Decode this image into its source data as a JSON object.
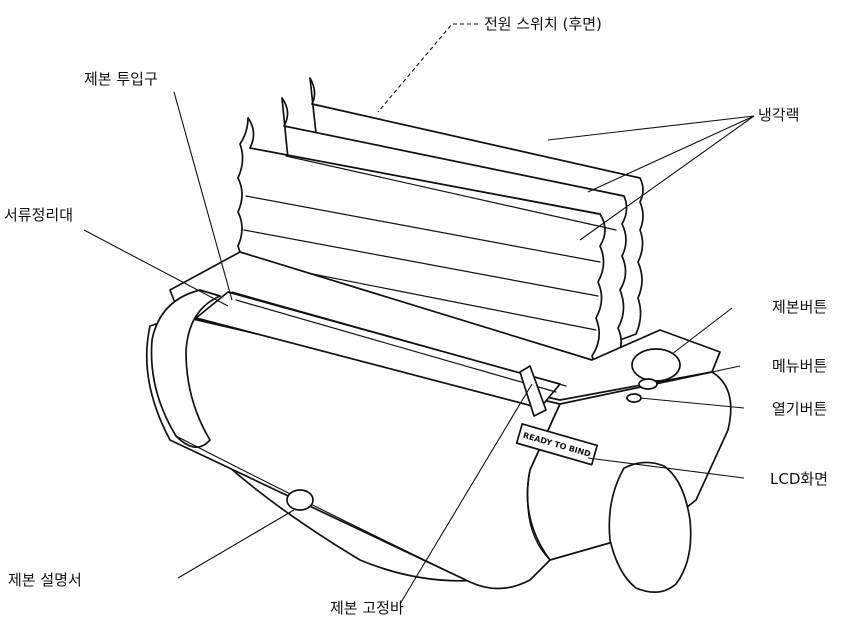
{
  "labels": {
    "power_switch": "전원 스위치 (후면)",
    "cooling_rack": "냉각랙",
    "binding_inlet": "제본 투입구",
    "document_guide": "서류정리대",
    "bind_button": "제본버튼",
    "menu_button": "메뉴버튼",
    "open_button": "열기버튼",
    "lcd_screen": "LCD화면",
    "binding_manual": "제본 설명서",
    "binding_bar": "제본 고정바"
  },
  "lcd_display_text": "READY TO BIND"
}
